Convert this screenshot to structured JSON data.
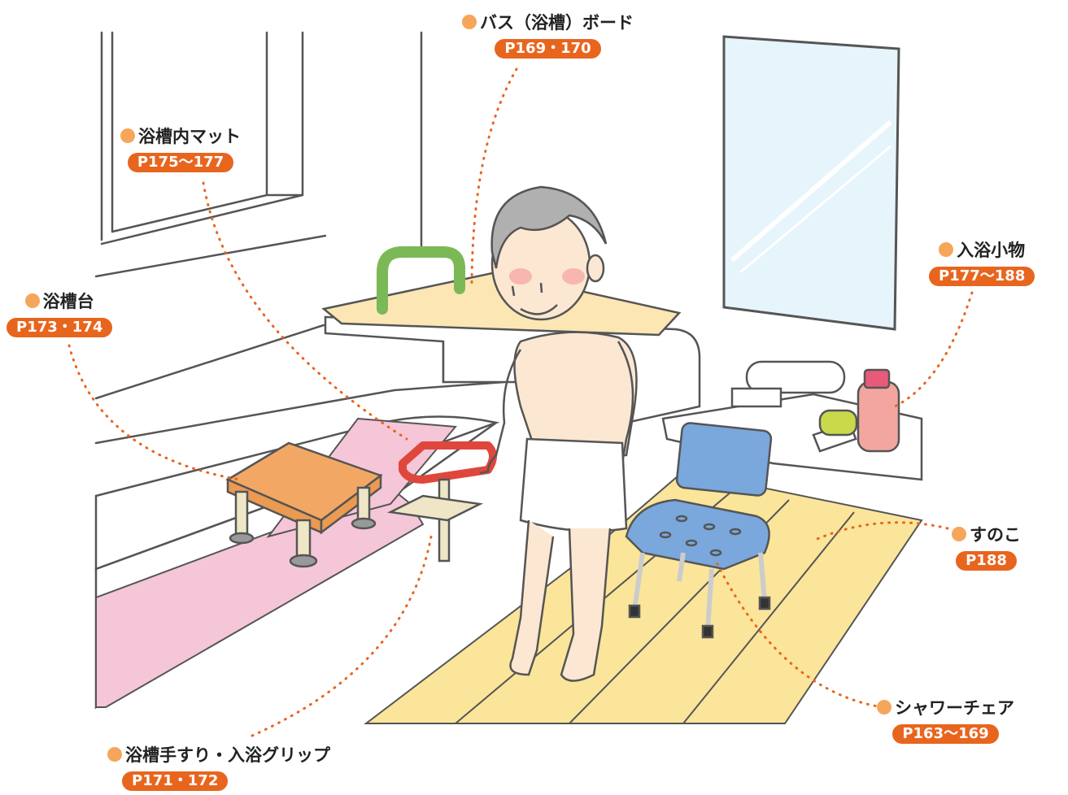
{
  "callouts": {
    "bath_board": {
      "label": "バス（浴槽）ボード",
      "page": "P169・170"
    },
    "tub_mat": {
      "label": "浴槽内マット",
      "page": "P175〜177"
    },
    "tub_step": {
      "label": "浴槽台",
      "page": "P173・174"
    },
    "bath_goods": {
      "label": "入浴小物",
      "page": "P177〜188"
    },
    "duckboard": {
      "label": "すのこ",
      "page": "P188"
    },
    "shower_chair": {
      "label": "シャワーチェア",
      "page": "P163〜169"
    },
    "grip": {
      "label": "浴槽手すり・入浴グリップ",
      "page": "P171・172"
    }
  },
  "colors": {
    "accent": "#e8651e",
    "dot": "#f5a65a",
    "mat": "#f5c6d8",
    "duckboard": "#fbe59a",
    "board": "#fbe6b4",
    "grip_green": "#7bb957",
    "step": "#f2a864",
    "chair": "#7aa7dc",
    "handrail": "#e0473c",
    "skin": "#fce7d2"
  }
}
